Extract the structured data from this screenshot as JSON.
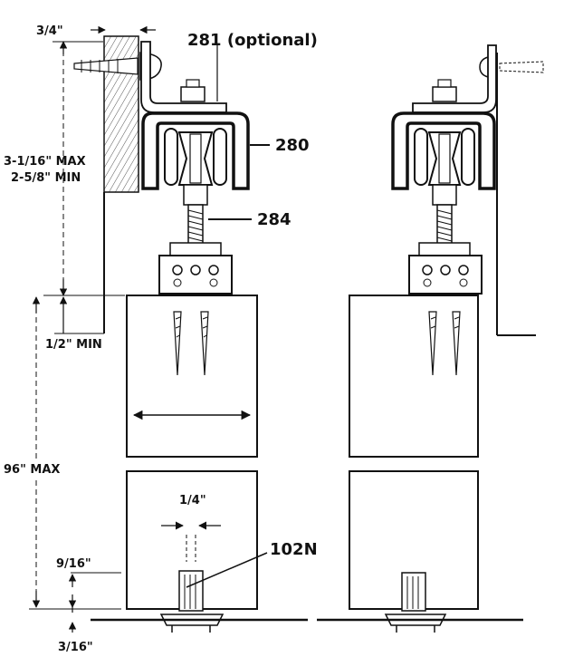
{
  "callouts": {
    "optional_part": "281 (optional)",
    "hanger_part": "280",
    "bolt_part": "284",
    "guide_part": "102N"
  },
  "dimensions": {
    "wall_offset": "3/4\"",
    "clearance_max": "3-1/16\" MAX",
    "clearance_min": "2-5/8\" MIN",
    "overlap_min": "1/2\" MIN",
    "door_height_max": "96\" MAX",
    "groove_width": "1/4\"",
    "groove_depth": "9/16\"",
    "floor_gap": "3/16\""
  }
}
